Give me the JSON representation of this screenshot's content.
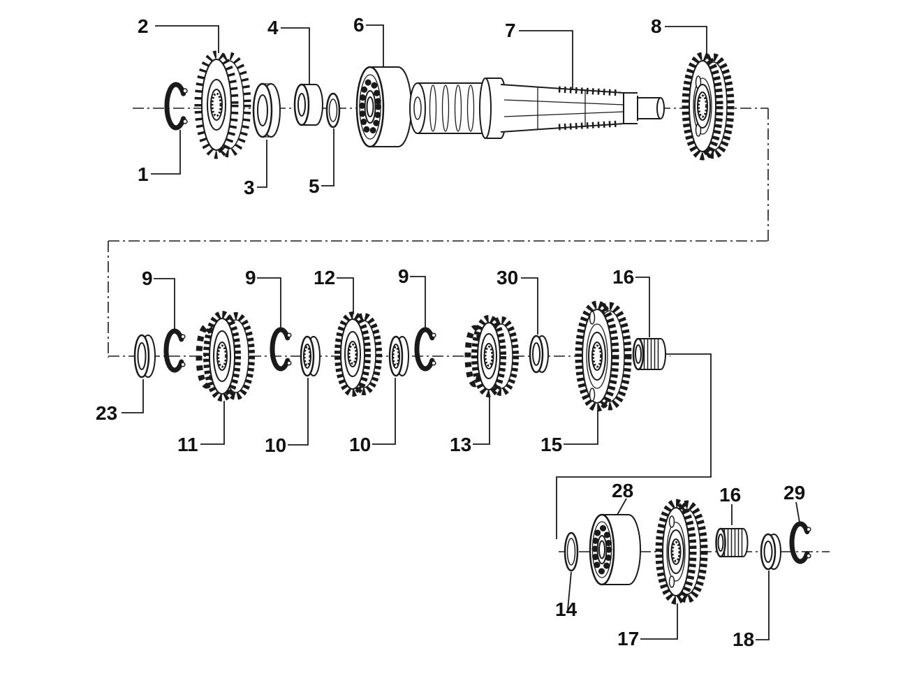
{
  "diagram": {
    "kind": "exploded-parts-diagram",
    "background": "#ffffff",
    "line_color": "#1a1a1a",
    "label_color": "#111111"
  },
  "callouts": [
    {
      "label": "2",
      "part": "drive-sprocket"
    },
    {
      "label": "4",
      "part": "spacer-bushing"
    },
    {
      "label": "6",
      "part": "ball-bearing"
    },
    {
      "label": "7",
      "part": "input-shaft"
    },
    {
      "label": "8",
      "part": "shaft-gear"
    },
    {
      "label": "1",
      "part": "circlip"
    },
    {
      "label": "3",
      "part": "thrust-washer"
    },
    {
      "label": "5",
      "part": "retaining-ring"
    },
    {
      "label": "9",
      "part": "circlip"
    },
    {
      "label": "9",
      "part": "circlip"
    },
    {
      "label": "12",
      "part": "gear"
    },
    {
      "label": "9",
      "part": "circlip"
    },
    {
      "label": "30",
      "part": "spacer-ring"
    },
    {
      "label": "16",
      "part": "needle-bearing"
    },
    {
      "label": "23",
      "part": "spacer-ring"
    },
    {
      "label": "11",
      "part": "sliding-dog-gear"
    },
    {
      "label": "10",
      "part": "splined-washer"
    },
    {
      "label": "10",
      "part": "splined-washer"
    },
    {
      "label": "13",
      "part": "sliding-dog-gear"
    },
    {
      "label": "15",
      "part": "gear"
    },
    {
      "label": "28",
      "part": "ball-bearing"
    },
    {
      "label": "16",
      "part": "needle-bearing"
    },
    {
      "label": "29",
      "part": "circlip"
    },
    {
      "label": "14",
      "part": "seal-ring"
    },
    {
      "label": "17",
      "part": "gear"
    },
    {
      "label": "18",
      "part": "washer"
    }
  ]
}
